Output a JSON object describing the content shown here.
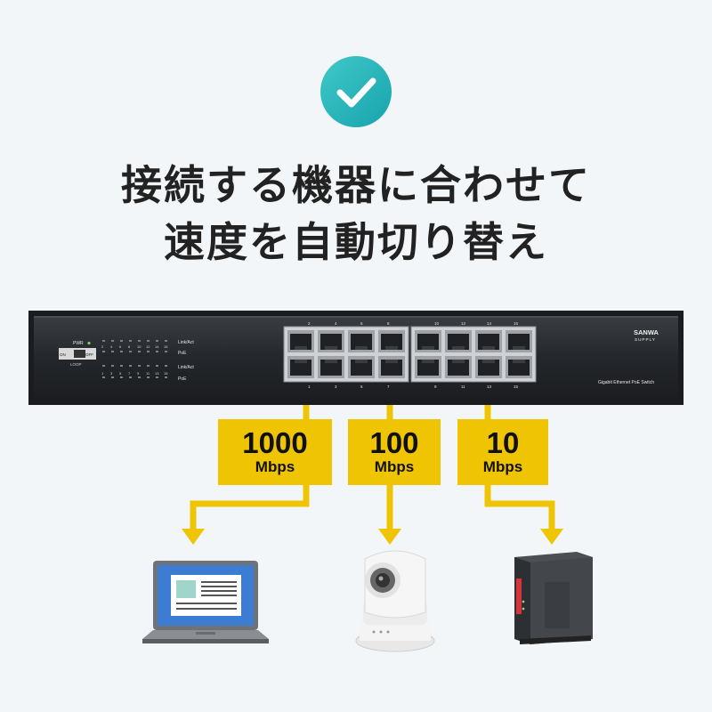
{
  "headline": {
    "line1": "接続する機器に合わせて",
    "line2": "速度を自動切り替え"
  },
  "switch": {
    "brand_line1": "SANWA",
    "brand_line2": "SUPPLY",
    "model_label": "Gigabit Ethernet PoE Switch",
    "pwr_label": "PWR",
    "link_act_label": "Link/Act",
    "poe_label": "PoE",
    "on_label": "ON",
    "off_label": "OFF",
    "loop_label": "LOOP",
    "led_numbers_even": [
      "2",
      "4",
      "6",
      "8",
      "10",
      "12",
      "14",
      "16"
    ],
    "led_numbers_odd": [
      "1",
      "3",
      "5",
      "7",
      "9",
      "11",
      "13",
      "15"
    ],
    "port_numbers_top": [
      "2",
      "4",
      "6",
      "8",
      "10",
      "12",
      "14",
      "16"
    ],
    "port_numbers_bottom": [
      "1",
      "3",
      "5",
      "7",
      "9",
      "11",
      "13",
      "15"
    ]
  },
  "speeds": [
    {
      "value": "1000",
      "unit": "Mbps"
    },
    {
      "value": "100",
      "unit": "Mbps"
    },
    {
      "value": "10",
      "unit": "Mbps"
    }
  ],
  "devices": [
    {
      "icon": "laptop-icon"
    },
    {
      "icon": "network-camera-icon"
    },
    {
      "icon": "router-icon"
    }
  ],
  "colors": {
    "background": "#f3f6f8",
    "check_circle": "#1fb0b5",
    "label_yellow": "#efc402",
    "switch_body": "#26292d"
  }
}
